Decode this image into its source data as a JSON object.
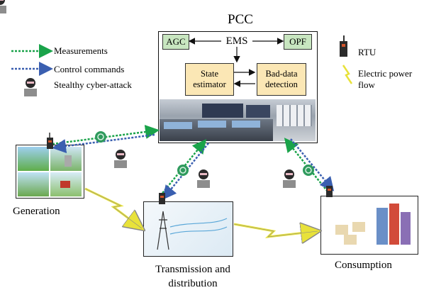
{
  "pcc": {
    "title": "PCC",
    "agc": "AGC",
    "ems": "EMS",
    "opf": "OPF",
    "state_estimator": "State estimator",
    "bad_data_detection": "Bad-data detection"
  },
  "legend": {
    "measurements": "Measurements",
    "control_commands": "Control commands",
    "stealthy_attack": "Stealthy cyber-attack",
    "rtu": "RTU",
    "power_flow": "Electric power flow"
  },
  "nodes": {
    "generation": "Generation",
    "transmission": "Transmission and distribution",
    "consumption": "Consumption"
  },
  "colors": {
    "measurement": "#1aa34a",
    "control": "#3a5fb0",
    "power_flow": "#e8e23a",
    "box_green": "#c8e6c0",
    "box_yellow": "#fbe7b5"
  }
}
